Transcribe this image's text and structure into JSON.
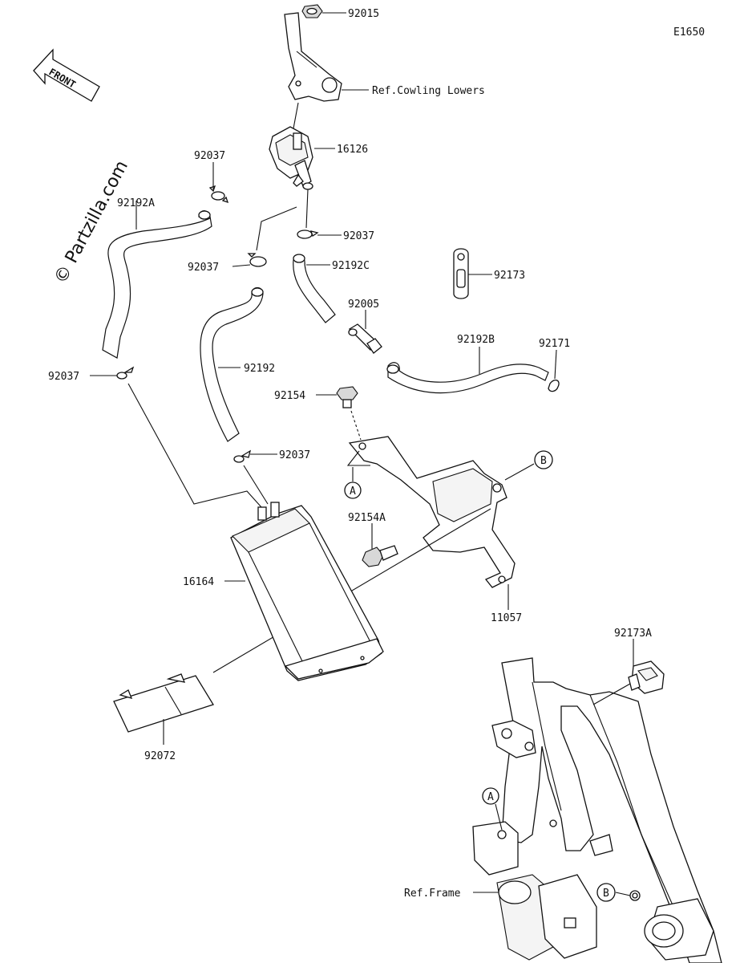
{
  "diagram_id": "E1650",
  "watermark": "© Partzilla.com",
  "front_label": "FRONT",
  "callouts": {
    "c92015": "92015",
    "ref_cowling": "Ref.Cowling Lowers",
    "c16126": "16126",
    "c92037_a": "92037",
    "c92192A": "92192A",
    "c92037_b": "92037",
    "c92037_c": "92037",
    "c92192C": "92192C",
    "c92173": "92173",
    "c92005": "92005",
    "c92192B": "92192B",
    "c92171": "92171",
    "c92037_d": "92037",
    "c92192": "92192",
    "c92154": "92154",
    "c92037_e": "92037",
    "c92154A": "92154A",
    "c16164": "16164",
    "c11057": "11057",
    "c92173A": "92173A",
    "c92072": "92072",
    "ref_frame": "Ref.Frame",
    "ref_A1": "A",
    "ref_B1": "B",
    "ref_A2": "A",
    "ref_B2": "B"
  }
}
